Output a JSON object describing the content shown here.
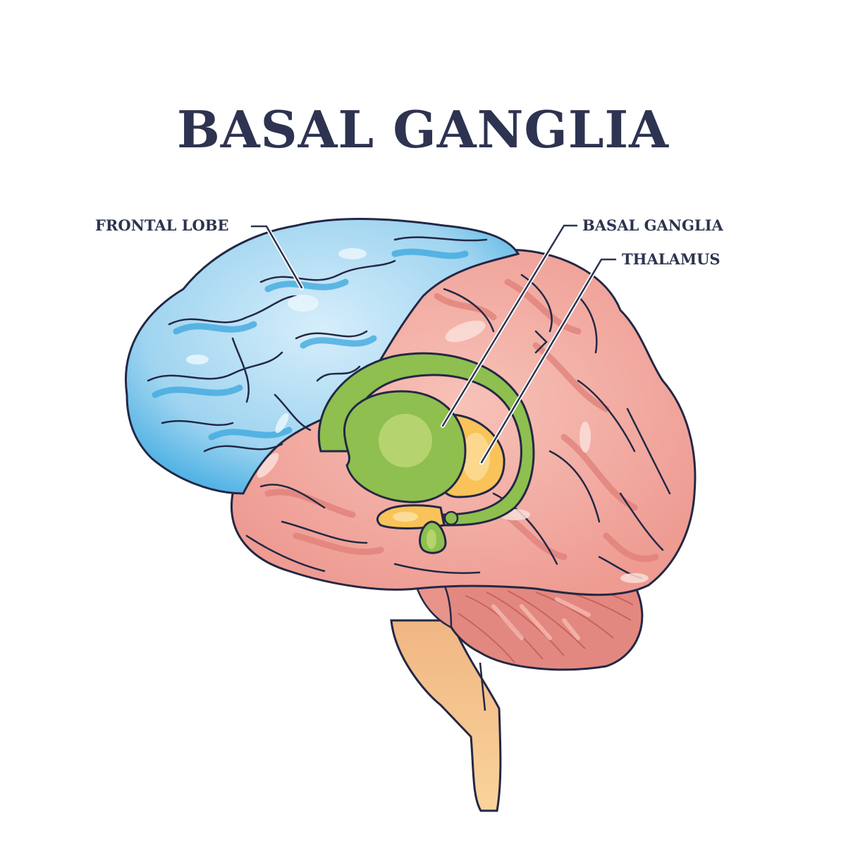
{
  "title": "BASAL GANGLIA",
  "labels": {
    "frontal_lobe": "FRONTAL LOBE",
    "basal_ganglia": "BASAL GANGLIA",
    "thalamus": "THALAMUS"
  },
  "colors": {
    "text": "#2d3350",
    "outline": "#232845",
    "frontal_lobe": "#9fd4f0",
    "frontal_lobe_dark": "#3aa6df",
    "cerebrum": "#f2aaa0",
    "cerebrum_dark": "#de7d76",
    "basal_ganglia": "#8ebf4f",
    "basal_ganglia_light": "#b5d36f",
    "thalamus": "#f9c35a",
    "brainstem": "#f6c48e",
    "cerebellum": "#e38880"
  },
  "structures": [
    "frontal-lobe",
    "cerebrum",
    "basal-ganglia",
    "thalamus",
    "cerebellum",
    "brainstem"
  ]
}
